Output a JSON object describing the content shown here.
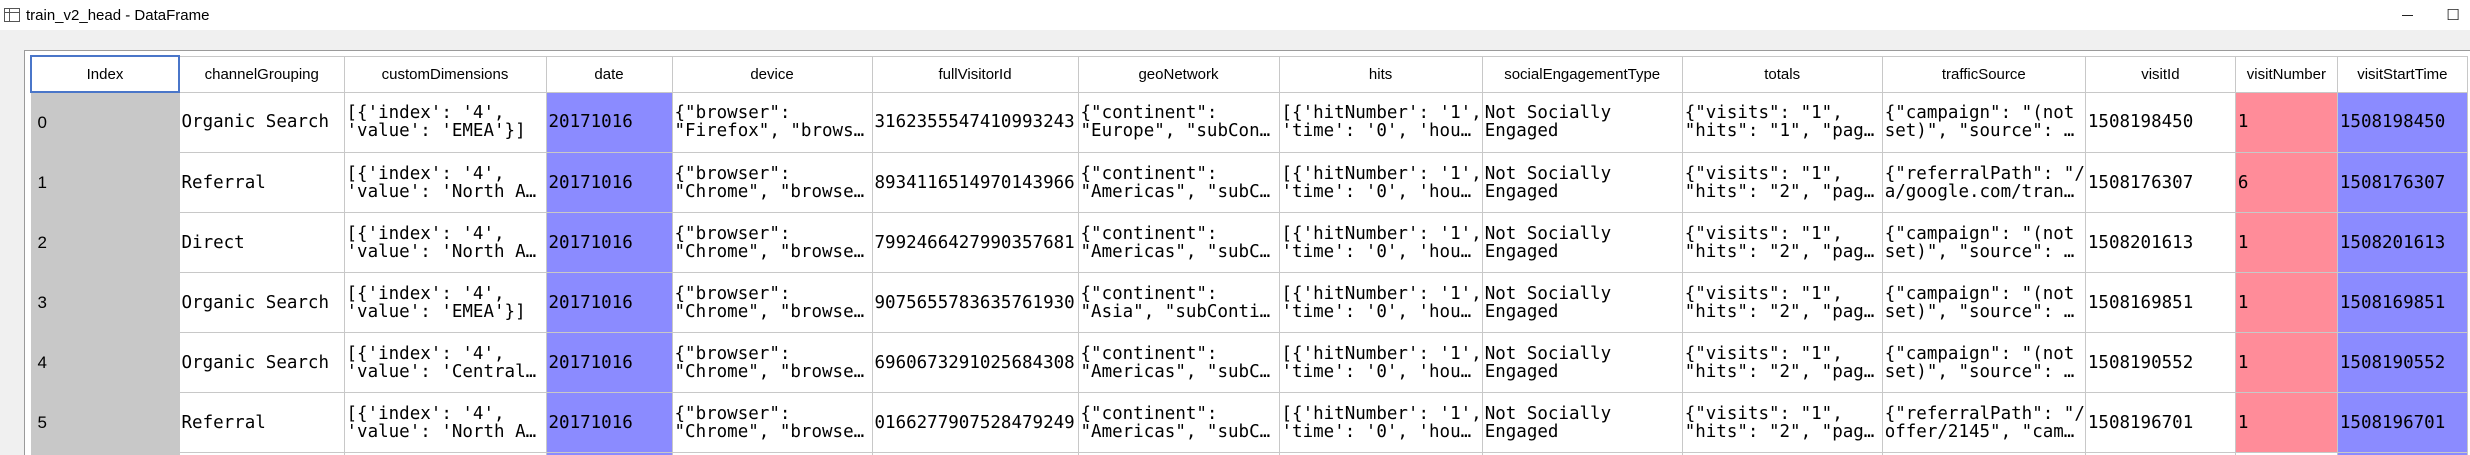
{
  "window": {
    "title": "train_v2_head - DataFrame",
    "icon": "table-icon",
    "controls": [
      "minimize",
      "maximize"
    ]
  },
  "columns": [
    "Index",
    "channelGrouping",
    "customDimensions",
    "date",
    "device",
    "fullVisitorId",
    "geoNetwork",
    "hits",
    "socialEngagementType",
    "totals",
    "trafficSource",
    "visitId",
    "visitNumber",
    "visitStartTime"
  ],
  "colors": {
    "date": "#8b8bff",
    "visitStartTime": "#8b8bff",
    "visitNumber_1": "#ff8c99",
    "visitNumber_6": "#ff8c99",
    "index": "#c8c8c8",
    "selected_header_border": "#4a76c9"
  },
  "rows": [
    {
      "index": "0",
      "channelGrouping": "Organic Search",
      "customDimensions": [
        "[{'index': '4',",
        "'value': 'EMEA'}]"
      ],
      "date": "20171016",
      "device": [
        "{\"browser\":",
        "\"Firefox\", \"brows…"
      ],
      "fullVisitorId": "3162355547410993243",
      "geoNetwork": [
        "{\"continent\":",
        "\"Europe\", \"subCon…"
      ],
      "hits": [
        "[{'hitNumber': '1',",
        "'time': '0', 'hou…"
      ],
      "socialEngagementType": [
        "Not Socially",
        "Engaged"
      ],
      "totals": [
        "{\"visits\": \"1\",",
        "\"hits\": \"1\", \"pag…"
      ],
      "trafficSource": [
        "{\"campaign\": \"(not",
        "set)\", \"source\": …"
      ],
      "visitId": "1508198450",
      "visitNumber": "1",
      "visitStartTime": "1508198450"
    },
    {
      "index": "1",
      "channelGrouping": "Referral",
      "customDimensions": [
        "[{'index': '4',",
        "'value': 'North A…"
      ],
      "date": "20171016",
      "device": [
        "{\"browser\":",
        "\"Chrome\", \"browse…"
      ],
      "fullVisitorId": "8934116514970143966",
      "geoNetwork": [
        "{\"continent\":",
        "\"Americas\", \"subC…"
      ],
      "hits": [
        "[{'hitNumber': '1',",
        "'time': '0', 'hou…"
      ],
      "socialEngagementType": [
        "Not Socially",
        "Engaged"
      ],
      "totals": [
        "{\"visits\": \"1\",",
        "\"hits\": \"2\", \"pag…"
      ],
      "trafficSource": [
        "{\"referralPath\": \"/",
        "a/google.com/tran…"
      ],
      "visitId": "1508176307",
      "visitNumber": "6",
      "visitStartTime": "1508176307"
    },
    {
      "index": "2",
      "channelGrouping": "Direct",
      "customDimensions": [
        "[{'index': '4',",
        "'value': 'North A…"
      ],
      "date": "20171016",
      "device": [
        "{\"browser\":",
        "\"Chrome\", \"browse…"
      ],
      "fullVisitorId": "7992466427990357681",
      "geoNetwork": [
        "{\"continent\":",
        "\"Americas\", \"subC…"
      ],
      "hits": [
        "[{'hitNumber': '1',",
        "'time': '0', 'hou…"
      ],
      "socialEngagementType": [
        "Not Socially",
        "Engaged"
      ],
      "totals": [
        "{\"visits\": \"1\",",
        "\"hits\": \"2\", \"pag…"
      ],
      "trafficSource": [
        "{\"campaign\": \"(not",
        "set)\", \"source\": …"
      ],
      "visitId": "1508201613",
      "visitNumber": "1",
      "visitStartTime": "1508201613"
    },
    {
      "index": "3",
      "channelGrouping": "Organic Search",
      "customDimensions": [
        "[{'index': '4',",
        "'value': 'EMEA'}]"
      ],
      "date": "20171016",
      "device": [
        "{\"browser\":",
        "\"Chrome\", \"browse…"
      ],
      "fullVisitorId": "9075655783635761930",
      "geoNetwork": [
        "{\"continent\":",
        "\"Asia\", \"subConti…"
      ],
      "hits": [
        "[{'hitNumber': '1',",
        "'time': '0', 'hou…"
      ],
      "socialEngagementType": [
        "Not Socially",
        "Engaged"
      ],
      "totals": [
        "{\"visits\": \"1\",",
        "\"hits\": \"2\", \"pag…"
      ],
      "trafficSource": [
        "{\"campaign\": \"(not",
        "set)\", \"source\": …"
      ],
      "visitId": "1508169851",
      "visitNumber": "1",
      "visitStartTime": "1508169851"
    },
    {
      "index": "4",
      "channelGrouping": "Organic Search",
      "customDimensions": [
        "[{'index': '4',",
        "'value': 'Central…"
      ],
      "date": "20171016",
      "device": [
        "{\"browser\":",
        "\"Chrome\", \"browse…"
      ],
      "fullVisitorId": "6960673291025684308",
      "geoNetwork": [
        "{\"continent\":",
        "\"Americas\", \"subC…"
      ],
      "hits": [
        "[{'hitNumber': '1',",
        "'time': '0', 'hou…"
      ],
      "socialEngagementType": [
        "Not Socially",
        "Engaged"
      ],
      "totals": [
        "{\"visits\": \"1\",",
        "\"hits\": \"2\", \"pag…"
      ],
      "trafficSource": [
        "{\"campaign\": \"(not",
        "set)\", \"source\": …"
      ],
      "visitId": "1508190552",
      "visitNumber": "1",
      "visitStartTime": "1508190552"
    },
    {
      "index": "5",
      "channelGrouping": "Referral",
      "customDimensions": [
        "[{'index': '4',",
        "'value': 'North A…"
      ],
      "date": "20171016",
      "device": [
        "{\"browser\":",
        "\"Chrome\", \"browse…"
      ],
      "fullVisitorId": "0166277907528479249",
      "geoNetwork": [
        "{\"continent\":",
        "\"Americas\", \"subC…"
      ],
      "hits": [
        "[{'hitNumber': '1',",
        "'time': '0', 'hou…"
      ],
      "socialEngagementType": [
        "Not Socially",
        "Engaged"
      ],
      "totals": [
        "{\"visits\": \"1\",",
        "\"hits\": \"2\", \"pag…"
      ],
      "trafficSource": [
        "{\"referralPath\": \"/",
        "offer/2145\", \"cam…"
      ],
      "visitId": "1508196701",
      "visitNumber": "1",
      "visitStartTime": "1508196701"
    }
  ]
}
